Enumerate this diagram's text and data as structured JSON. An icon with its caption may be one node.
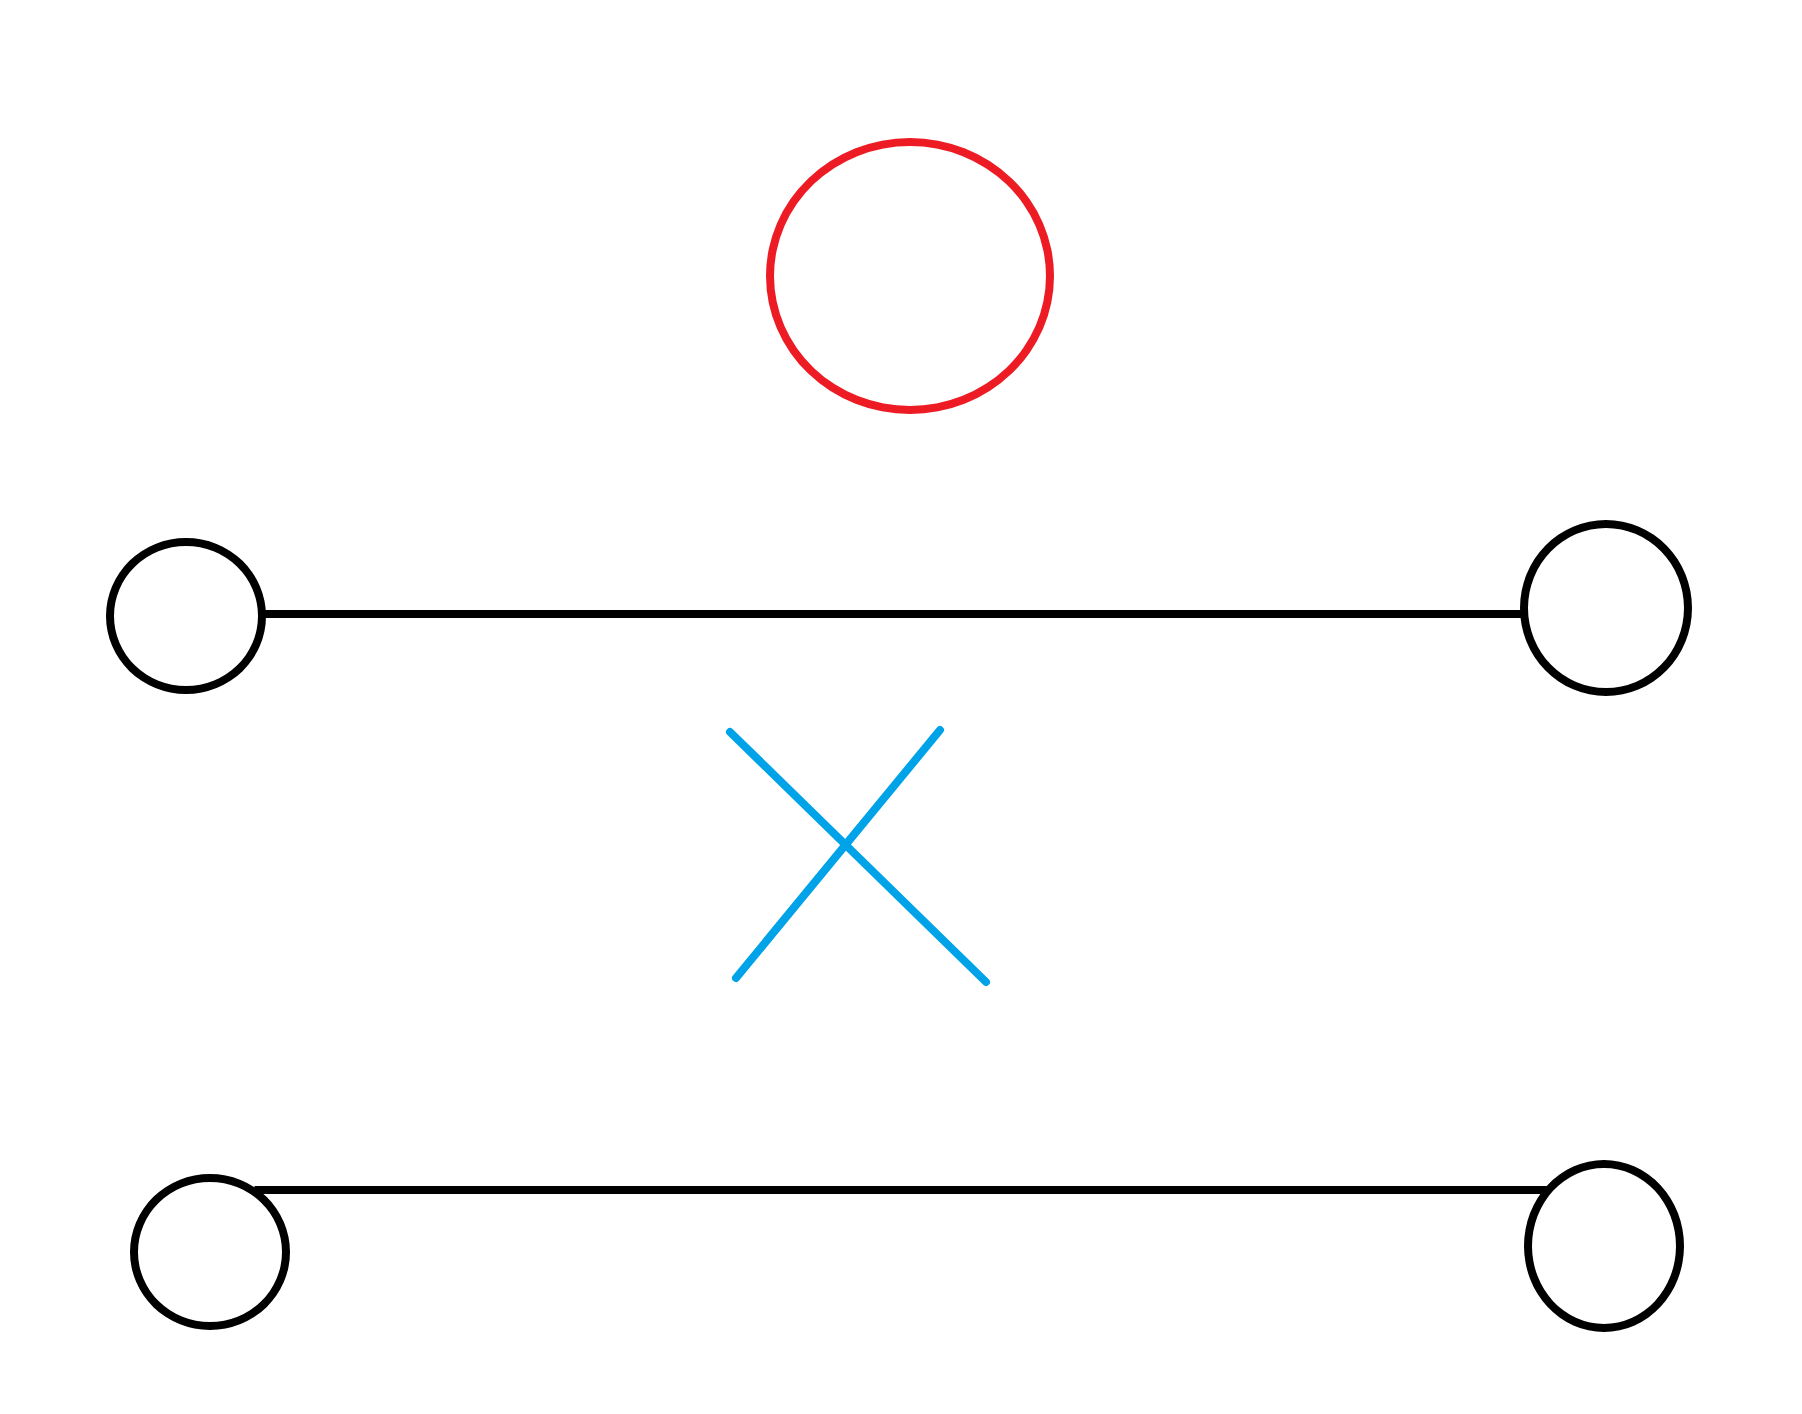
{
  "diagram": {
    "nodes": [
      {
        "text": [],
        "shape": "circle"
      },
      {
        "text": [],
        "shape": "circle"
      },
      {
        "text": [],
        "shape": "circle"
      },
      {
        "text": [],
        "shape": "circle"
      },
      {
        "text": [],
        "shape": "circle"
      }
    ],
    "edges": [
      {
        "from": 1,
        "to": 2,
        "arrow": "none"
      },
      {
        "from": 3,
        "to": 4,
        "arrow": "none"
      }
    ]
  }
}
